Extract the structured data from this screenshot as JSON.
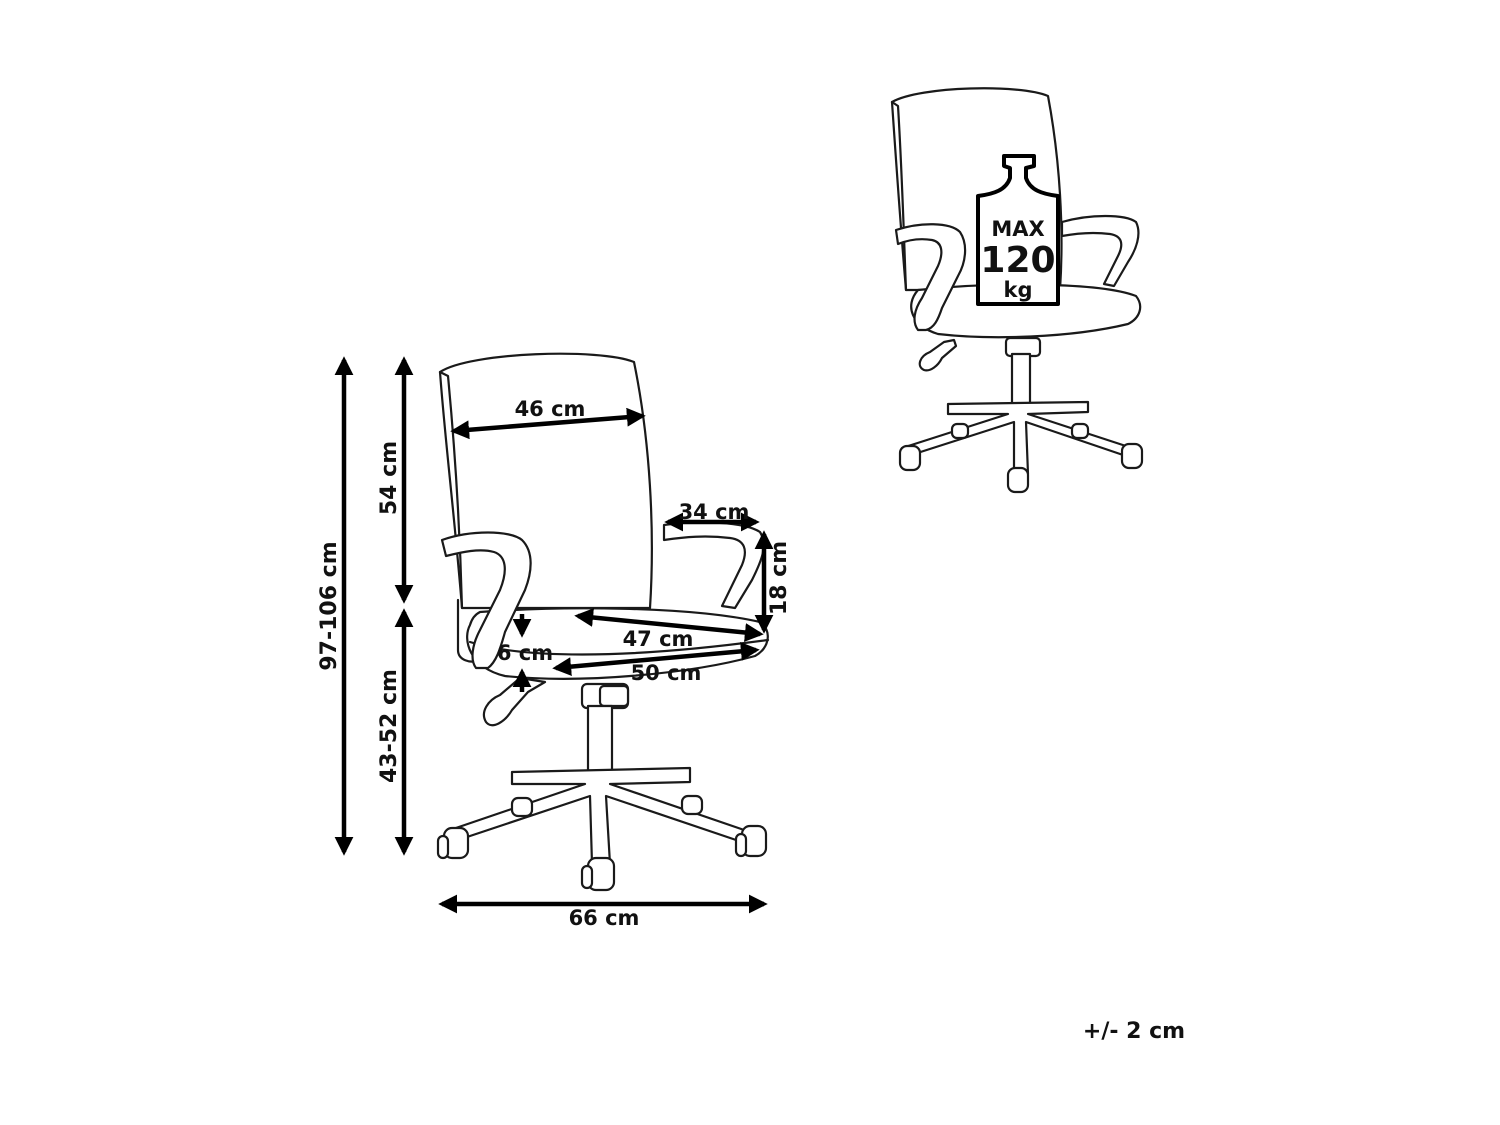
{
  "dimensions": {
    "total_height": "97-106 cm",
    "backrest_height": "54 cm",
    "seat_height": "43-52 cm",
    "backrest_width": "46 cm",
    "armrest_length": "34 cm",
    "armrest_height": "18 cm",
    "seat_depth": "47 cm",
    "seat_width": "50 cm",
    "seat_thickness": "6 cm",
    "base_width": "66 cm"
  },
  "max_load": {
    "line1": "MAX",
    "value": "120",
    "unit": "kg"
  },
  "tolerance": "+/- 2 cm"
}
